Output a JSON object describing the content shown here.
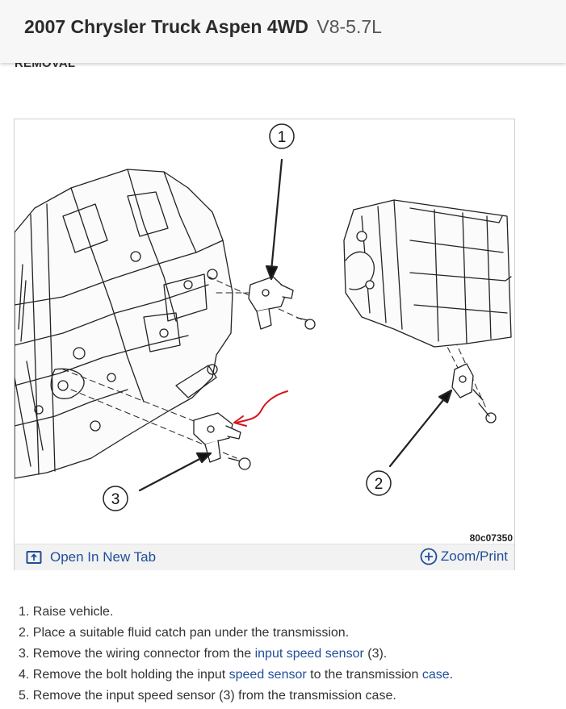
{
  "header": {
    "title": "2007 Chrysler Truck Aspen 4WD",
    "engine": "V8-5.7L"
  },
  "section": {
    "heading": "REMOVAL"
  },
  "figure": {
    "callouts": [
      "1",
      "2",
      "3"
    ],
    "code": "80c07350",
    "open_tab_label": "Open In New Tab",
    "zoom_label": "Zoom/Print",
    "annotation_color": "#d8141c",
    "link_color": "#1f4e99"
  },
  "steps": [
    {
      "num": "1.",
      "t1": "Raise vehicle."
    },
    {
      "num": "2.",
      "t1": "Place a suitable fluid catch pan under the transmission."
    },
    {
      "num": "3.",
      "t1": "Remove the wiring connector from the ",
      "l1": "input speed sensor",
      "t2": " (3)."
    },
    {
      "num": "4.",
      "t1": "Remove the bolt holding the input ",
      "l1": "speed sensor",
      "t2": " to the transmission ",
      "l2": "case",
      "t3": "."
    },
    {
      "num": "5.",
      "t1": "Remove the input speed sensor (3) from the transmission case."
    }
  ]
}
